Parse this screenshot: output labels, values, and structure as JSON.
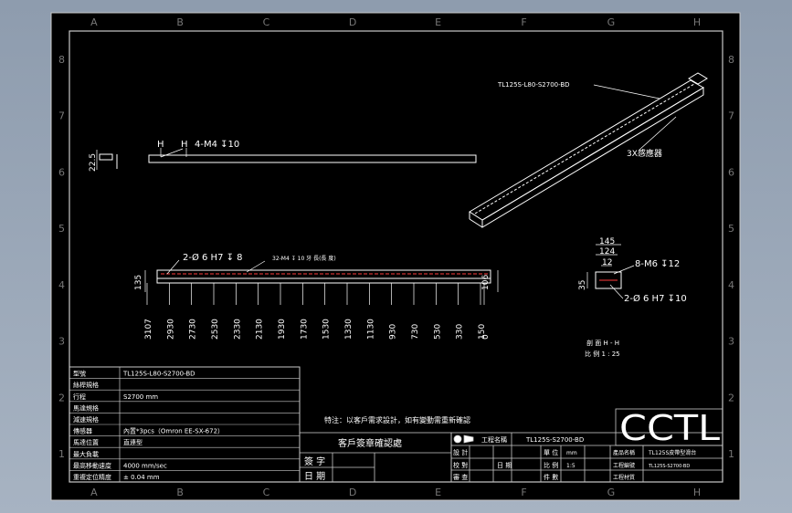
{
  "sheet": {
    "col_labels": [
      "A",
      "B",
      "C",
      "D",
      "E",
      "F",
      "G",
      "H"
    ],
    "row_labels": [
      "8",
      "7",
      "6",
      "5",
      "4",
      "3",
      "2",
      "1"
    ],
    "colors": {
      "background": "#000000",
      "frame": "#c8c8c8",
      "geometry": "#ffffff",
      "hidden": "#ff3b3b",
      "text": "#ffffff"
    }
  },
  "iso_view": {
    "part_label": "TL125S-L80-S2700-BD",
    "sensor_label": "3X感應器"
  },
  "top_view": {
    "height_dim": "22.5",
    "hole_callout": "4-M4 ↧10",
    "h_marks": [
      "H",
      "H"
    ]
  },
  "front_view": {
    "pin_callout": "2-Ø 6 H7 ↧ 8",
    "rail_callout": "32-M4 ↧ 10 牙 長(長 度)",
    "left_dim": "135",
    "right_dim": "106",
    "positions": [
      "3107",
      "2930",
      "2730",
      "2530",
      "2330",
      "2130",
      "1930",
      "1730",
      "1530",
      "1330",
      "1130",
      "930",
      "730",
      "530",
      "330",
      "150",
      "0"
    ]
  },
  "section_view": {
    "dims": [
      "145",
      "124",
      "12",
      "35"
    ],
    "callout_top": "8-M6 ↧12",
    "callout_bottom": "2-Ø 6 H7 ↧10",
    "title": "剖 面 H - H",
    "scale": "比 例 1 : 25"
  },
  "spec_table": {
    "rows": [
      {
        "label": "型號",
        "value": "TL125S-L80-S2700-BD"
      },
      {
        "label": "絲桿規格",
        "value": ""
      },
      {
        "label": "行程",
        "value": "S2700 mm"
      },
      {
        "label": "馬達規格",
        "value": ""
      },
      {
        "label": "減速規格",
        "value": ""
      },
      {
        "label": "傳感器",
        "value": "內置*3pcs（Omron EE-SX-672）"
      },
      {
        "label": "馬達位置",
        "value": "直連型"
      },
      {
        "label": "最大負載",
        "value": ""
      },
      {
        "label": "最高移動速度",
        "value": "4000 mm/sec"
      },
      {
        "label": "重複定位精度",
        "value": "± 0.04 mm"
      }
    ]
  },
  "note": "特注：以客戶需求設計，如有變動需重新確認",
  "customer_box": {
    "title": "客戶簽章確認處",
    "sign_label": "簽 字",
    "date_label": "日 期"
  },
  "title_block": {
    "logo": "CCTL",
    "drawing_no_label": "工程名稱",
    "drawing_no": "TL125S-S2700-BD",
    "design_label": "設 計",
    "design_value": "",
    "check_label": "校 對",
    "approve_label": "審 查",
    "date_label": "日 期",
    "unit_label": "單 位",
    "unit_value": "mm",
    "scale_label": "比 例",
    "scale_value": "1:5",
    "qty_label": "件 數",
    "product_name_label": "產品名稱",
    "product_name": "TL125S皮帶型滑台",
    "drawing_code_label": "工程編號",
    "drawing_code": "TL125S-S2700-BD",
    "material_label": "工程材質"
  }
}
